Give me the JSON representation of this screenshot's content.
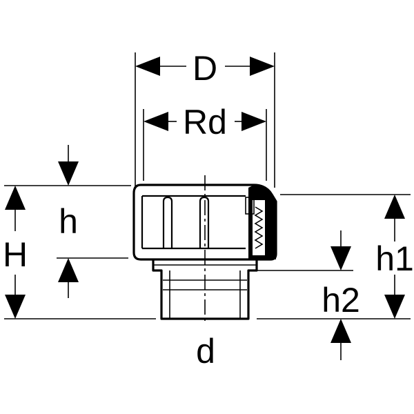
{
  "diagram": {
    "labels": {
      "D": "D",
      "Rd": "Rd",
      "h": "h",
      "H": "H",
      "h1": "h1",
      "h2": "h2",
      "d": "d"
    },
    "colors": {
      "line": "#000000",
      "background": "#ffffff"
    }
  }
}
